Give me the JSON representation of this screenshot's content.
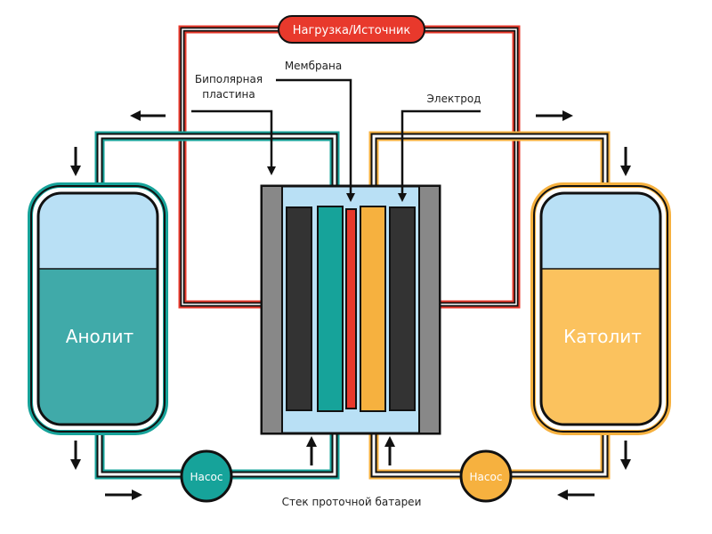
{
  "load": {
    "label": "Нагрузка/Источник"
  },
  "labels": {
    "bipolar_plate_line1": "Биполярная",
    "bipolar_plate_line2": "пластина",
    "membrane": "Мембрана",
    "electrode": "Электрод",
    "stack": "Стек проточной батареи"
  },
  "tanks": {
    "anolyte": {
      "label": "Анолит"
    },
    "catholyte": {
      "label": "Католит"
    }
  },
  "pumps": {
    "left": {
      "label": "Насос"
    },
    "right": {
      "label": "Насос"
    }
  },
  "colors": {
    "wire": "#e8392c",
    "anolyte": "#40aaa9",
    "anolyte_pipe": "#16a39a",
    "catholyte": "#fbc25e",
    "catholyte_pipe": "#f6b13f",
    "electrolyte_light": "#b9e0f5",
    "end_plate": "#888888",
    "electrode": "#333333"
  }
}
